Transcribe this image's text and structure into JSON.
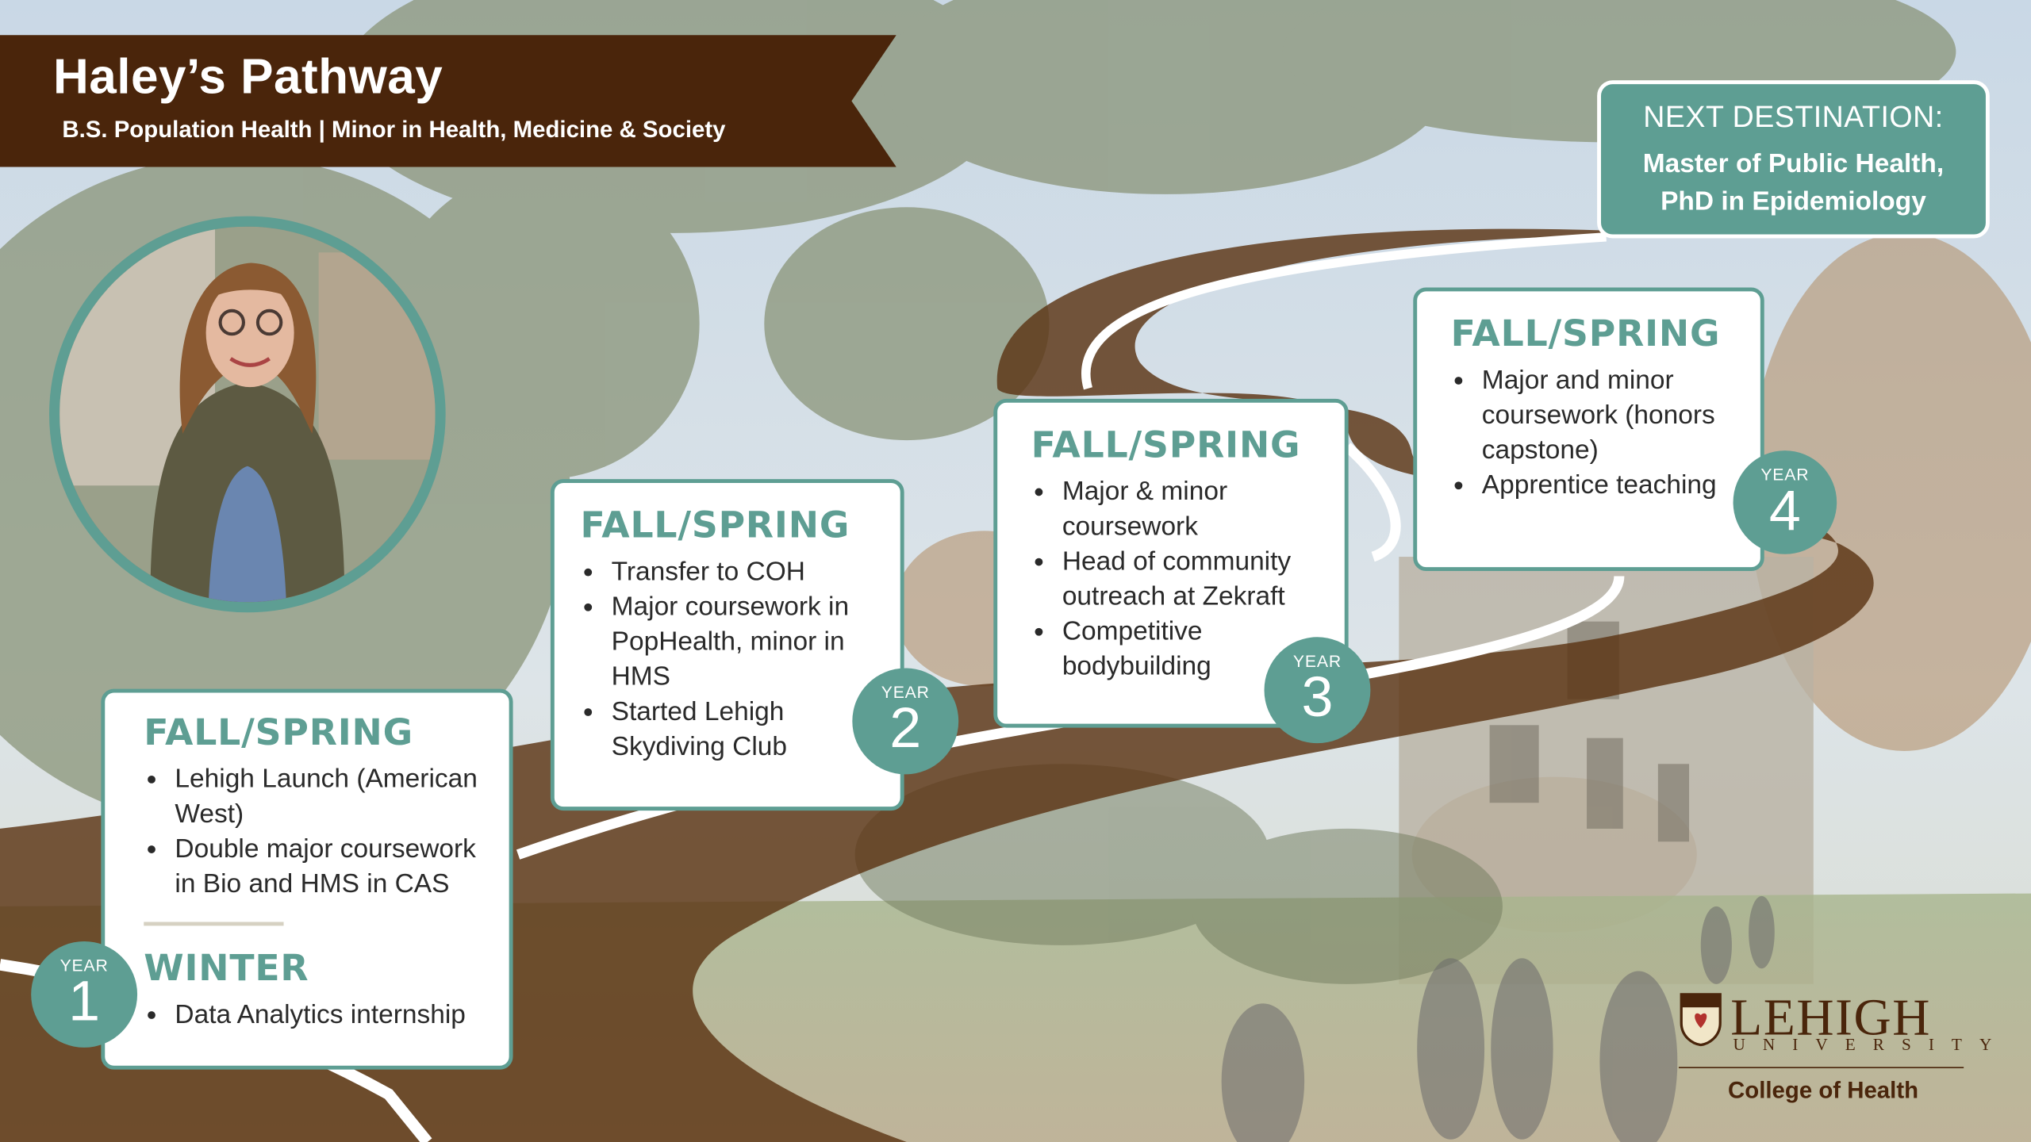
{
  "header": {
    "title": "Haley’s Pathway",
    "subtitle": "B.S. Population Health | Minor in Health, Medicine & Society"
  },
  "next_destination": {
    "label": "NEXT DESTINATION:",
    "line1": "Master of Public Health,",
    "line2": "PhD in Epidemiology"
  },
  "years": [
    {
      "badge_label": "YEAR",
      "number": "1",
      "sections": [
        {
          "heading": "FALL/SPRING",
          "items": [
            "Lehigh Launch (American West)",
            "Double major coursework in Bio and HMS in CAS"
          ]
        },
        {
          "heading": "WINTER",
          "items": [
            "Data Analytics internship"
          ]
        }
      ]
    },
    {
      "badge_label": "YEAR",
      "number": "2",
      "sections": [
        {
          "heading": "FALL/SPRING",
          "items": [
            "Transfer to COH",
            "Major coursework in PopHealth, minor in HMS",
            "Started Lehigh Skydiving Club"
          ]
        }
      ]
    },
    {
      "badge_label": "YEAR",
      "number": "3",
      "sections": [
        {
          "heading": "FALL/SPRING",
          "items": [
            "Major & minor coursework",
            "Head of community outreach at Zekraft",
            "Competitive bodybuilding"
          ]
        }
      ]
    },
    {
      "badge_label": "YEAR",
      "number": "4",
      "sections": [
        {
          "heading": "FALL/SPRING",
          "items": [
            "Major and minor coursework (honors capstone)",
            "Apprentice teaching"
          ]
        }
      ]
    }
  ],
  "logo": {
    "wordmark": "LEHIGH",
    "university": "UNIVERSITY",
    "college": "College of Health"
  },
  "colors": {
    "brown": "#4a250b",
    "teal": "#5e9e93",
    "road": "#5c3514"
  }
}
